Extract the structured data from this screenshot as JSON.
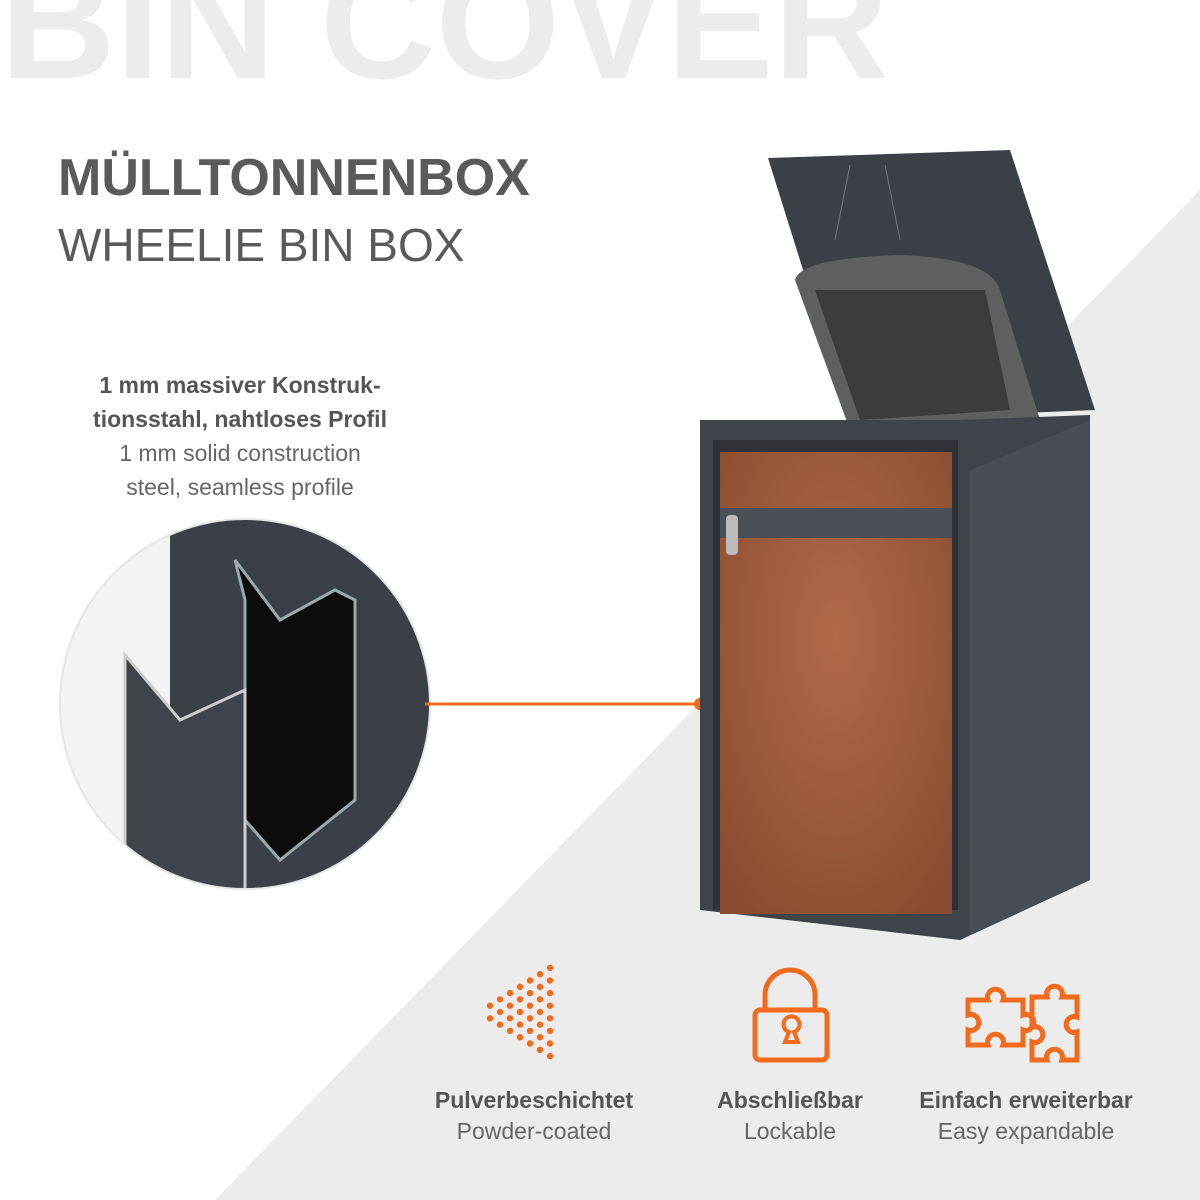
{
  "watermark": "BIN COVER",
  "header": {
    "title": "MÜLLTONNENBOX",
    "subtitle": "WHEELIE BIN BOX"
  },
  "spec": {
    "de_line1": "1 mm massiver Konstruk-",
    "de_line2": "tionsstahl, nahtloses Profil",
    "en_line1": "1 mm solid construction",
    "en_line2": "steel, seamless profile"
  },
  "features": [
    {
      "icon": "spray-dots-icon",
      "de": "Pulverbeschichtet",
      "en": "Powder-coated"
    },
    {
      "icon": "padlock-icon",
      "de": "Abschließbar",
      "en": "Lockable"
    },
    {
      "icon": "puzzle-icon",
      "de": "Einfach erweiterbar",
      "en": "Easy expandable"
    }
  ],
  "colors": {
    "accent": "#f26a1b",
    "frame": "#3e444a",
    "door": "#9a5a3a",
    "background_grey": "#ececec"
  }
}
